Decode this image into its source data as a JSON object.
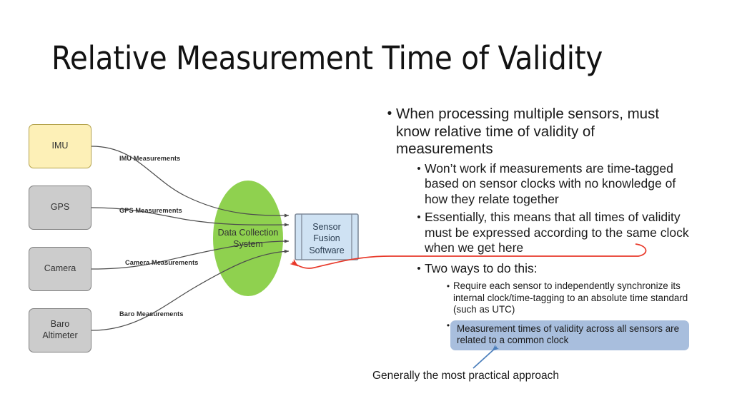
{
  "slide": {
    "title": "Relative Measurement Time of Validity",
    "caption": "Generally the most practical approach"
  },
  "colors": {
    "imu_fill": "#fdf0b7",
    "imu_stroke": "#b3a14a",
    "sensor_fill": "#cccccc",
    "sensor_stroke": "#808080",
    "collection_fill": "#8fd14f",
    "fusion_fill": "#cfe2f3",
    "fusion_stroke": "#7f8a99",
    "highlight_fill": "#a8bedd",
    "red_arrow": "#e8392a",
    "blue_arrow": "#4a7ebb",
    "connector": "#4d4d4d"
  },
  "diagram": {
    "sensors": [
      {
        "label": "IMU",
        "style": "imu"
      },
      {
        "label": "GPS",
        "style": "gray"
      },
      {
        "label": "Camera",
        "style": "gray"
      },
      {
        "label": "Baro\nAltimeter",
        "style": "gray"
      }
    ],
    "sensor_labels": {
      "imu": "IMU",
      "gps": "GPS",
      "camera": "Camera",
      "baro_line1": "Baro",
      "baro_line2": "Altimeter"
    },
    "edge_labels": [
      "IMU Measurements",
      "GPS Measurements",
      "Camera Measurements",
      "Baro Measurements"
    ],
    "collection": {
      "line1": "Data Collection",
      "line2": "System"
    },
    "fusion": {
      "line1": "Sensor",
      "line2": "Fusion",
      "line3": "Software"
    }
  },
  "bullets": {
    "b1": "When processing multiple sensors, must know relative time of validity of measurements",
    "b1s1": "Won’t work if measurements are time-tagged based on sensor clocks with no knowledge of how they relate together",
    "b1s2": "Essentially, this means that all times of validity must be expressed according to the same clock when we get here",
    "b2": "Two ways to do this:",
    "b2s1": "Require each sensor to independently synchronize its internal clock/time-tagging to an absolute time standard (such as UTC)",
    "b2s2": "Measurement times of validity across all sensors are related to a common clock"
  },
  "bullet_glyphs": {
    "level1": "•",
    "level2": "•",
    "level3": "•"
  }
}
